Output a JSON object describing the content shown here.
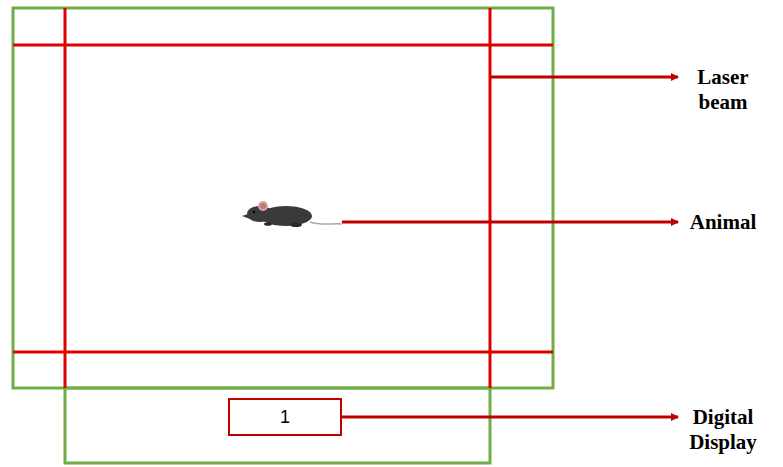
{
  "diagram": {
    "nodes": [
      {
        "text": [
          "1"
        ]
      }
    ],
    "labels": [
      "Laser beam",
      "Animal",
      "Digital Display"
    ]
  }
}
